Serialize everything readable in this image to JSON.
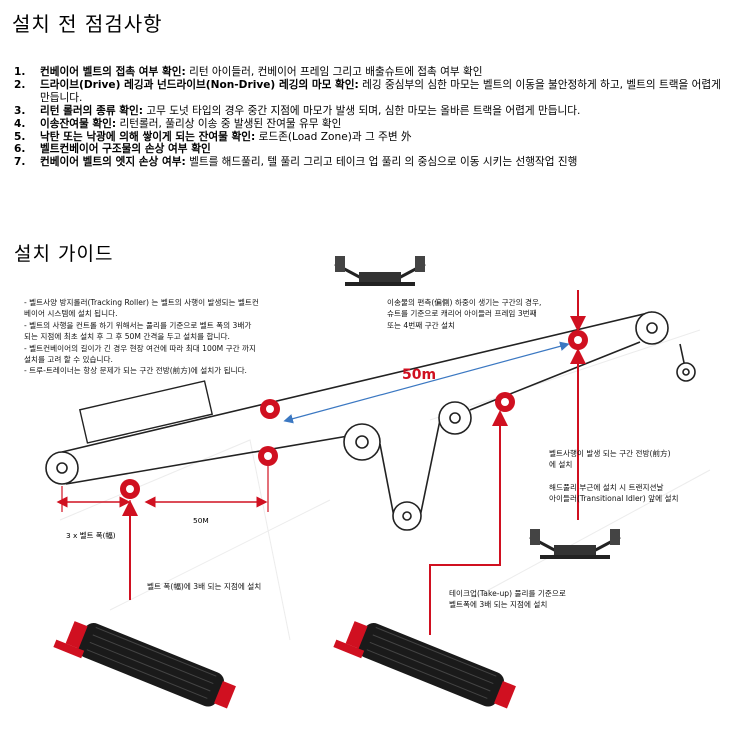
{
  "titles": {
    "checklist_title": "설치 전 점검사항",
    "guide_title": "설치 가이드"
  },
  "checklist": [
    {
      "num": "1.",
      "label": "컨베이어 벨트의 접촉 여부 확인:",
      "text": " 리턴 아이들러, 컨베이어 프레임 그리고 배출슈트에 접촉 여부 확인"
    },
    {
      "num": "2.",
      "label": "드라이브(Drive) 레깅과 넌드라이브(Non-Drive) 레깅의 마모 확인:",
      "text": " 레깅 중심부의 심한 마모는 벨트의 이동을 불안정하게 하고, 벨트의 트랙을 어렵게 만듭니다."
    },
    {
      "num": "3.",
      "label": "리턴 롤러의 종류 확인:",
      "text": " 고무 도넛 타입의 경우 중간 지점에 마모가 발생 되며, 심한 마모는 올바른 트랙을 어렵게 만듭니다."
    },
    {
      "num": "4.",
      "label": "이송잔여물 확인:",
      "text": " 리턴롤러, 풀리상 이송 중 발생된 잔여물 유무 확인"
    },
    {
      "num": "5.",
      "label": "낙탄 또는 낙광에 의해 쌓이게 되는 잔여물 확인:",
      "text": " 로드존(Load Zone)과 그 주변 外"
    },
    {
      "num": "6.",
      "label": "벨트컨베이어 구조물의 손상 여부 확인",
      "text": ""
    },
    {
      "num": "7.",
      "label": "컨베이어 벨트의 엣지 손상 여부:",
      "text": " 벨트를 해드풀리, 텔 풀리 그리고 테이크 업 풀리 의 중심으로 이동 시키는 선행작업 진행"
    }
  ],
  "guide": {
    "note_left": [
      "- 벨트사양 방지롤러(Tracking  Roller) 는 벨트의 사행이 발생되는 벨트컨",
      "베이어 시스템에 설치 됩니다.",
      "- 벨트의 사행을 컨트롤 하기 위해서는 풀리를 기준으로 벨트 폭의 3배가",
      "되는 지점에 최초 설치 후 그 후 50M 간격을 두고 설치를 합니다.",
      "- 벨트컨베이어의 길이가 긴 경우 현장 여건에 따라 최대 100M 구간 까지",
      "설치를 고려 할 수 있습니다.",
      "- 트루-트레이너는 항상 문제가 되는 구간 전방(前方)에  설치가 됩니다."
    ],
    "note_top_right": [
      "이송물의 편측(偏側) 하중이 생기는 구간의 경우,",
      "슈트를 기준으로 캐리어 아이들러 프레임 3번째",
      "또는 4번째 구간 설치"
    ],
    "note_right": [
      "벨트사행이  발생  되는  구간  전방(前方)",
      "에  설치",
      "",
      "해드풀리  부근에  설치  시  트랜지션날",
      "아이들러(Transitional   Idler)  앞에  설치"
    ],
    "label_50m_big": "50m",
    "label_50m_small": "50M",
    "label_3x": "3 x 벨트 폭(幅)",
    "note_bottom_center": "벨트 폭(幅)에 3배 되는 지점에 설치",
    "note_bottom_right": [
      "테이크업(Take-up) 풀리를 기준으로",
      "벨트폭에 3배 되는 지점에 설치"
    ],
    "colors": {
      "accent_red": "#d01020",
      "arrow_blue": "#3b78c2",
      "roller_black": "#1a1a1a"
    }
  }
}
